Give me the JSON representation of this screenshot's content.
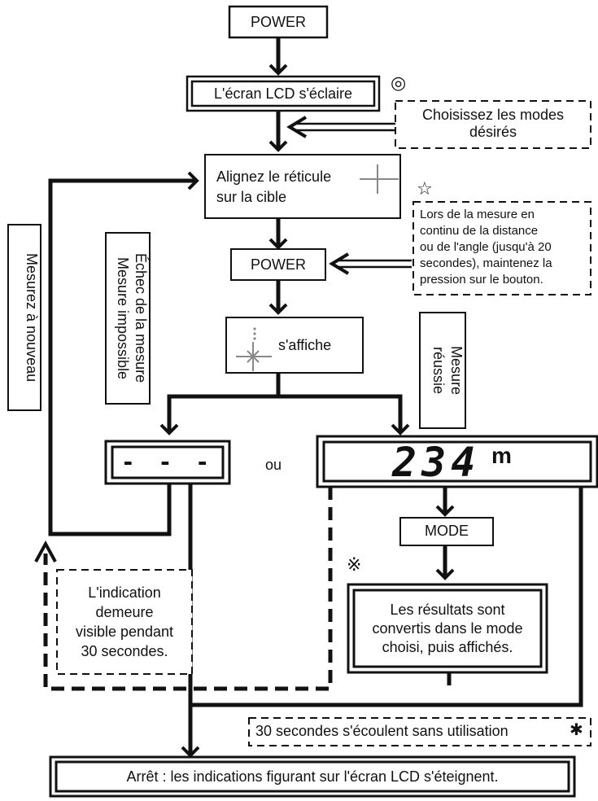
{
  "boxes": {
    "power_top": "POWER",
    "lcd_lights": "L'écran LCD s'éclaire",
    "choose_modes": [
      "Choisissez les modes",
      "désirés"
    ],
    "align_line1": "Alignez le réticule",
    "align_line2": "sur la cible",
    "continuous_note": [
      "Lors de la mesure en",
      "continu de la distance",
      "ou de l'angle (jusqu'à 20",
      "secondes), maintenez la",
      "pression sur le bouton."
    ],
    "power_mid": "POWER",
    "displayed": "s'affiche",
    "failure_display": "- - -",
    "success_value": "234",
    "success_unit": "m",
    "or_label": "ou",
    "mode": "MODE",
    "converted": [
      "Les résultats sont",
      "convertis dans le mode",
      "choisi, puis affichés."
    ],
    "stays_visible": [
      "L'indication",
      "demeure",
      "visible pendant",
      "30 secondes."
    ],
    "timeout": "30 secondes s'écoulent sans utilisation",
    "off": "Arrêt : les indications figurant sur l'écran LCD s'éteignent."
  },
  "side_labels": {
    "measure_again": "Mesurez à nouveau",
    "failure": [
      "Échec de la mesure",
      "Mesure impossible"
    ],
    "success": [
      "Mesure",
      "réussie"
    ]
  },
  "symbols": {
    "double_circle": "◎",
    "star": "☆",
    "reference_mark": "※",
    "asterisk": "✱"
  }
}
